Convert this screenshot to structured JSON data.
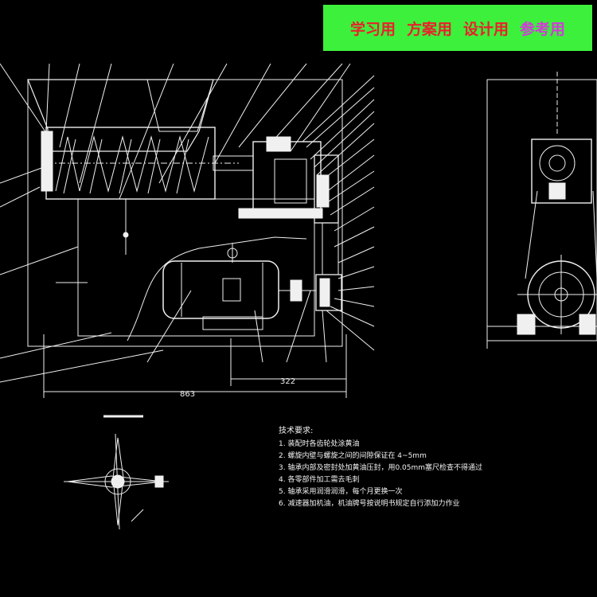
{
  "banner": {
    "labels": [
      "学习用",
      "方案用",
      "设计用",
      "参考用"
    ],
    "colors": {
      "background": "#3cf03c",
      "text": "#e8212b",
      "highlight": "#d23bd8"
    }
  },
  "drawing": {
    "line_color": "#f0f0f0",
    "dimensions": {
      "overall": "863",
      "partial": "322"
    }
  },
  "notes": {
    "title": "技术要求:",
    "lines": [
      "1. 装配时各齿轮处涂黄油",
      "2. 螺旋内壁与螺旋之间的间隙保证在 4~5mm",
      "3. 轴承内部及密封处加黄油压封，用0.05mm塞尺检查不得通过",
      "4. 各零部件加工需去毛刺",
      "5. 轴承采用润滑润滑，每个月更换一次",
      "6. 减速器加机油，机油牌号按说明书规定自行添加力作业"
    ]
  }
}
